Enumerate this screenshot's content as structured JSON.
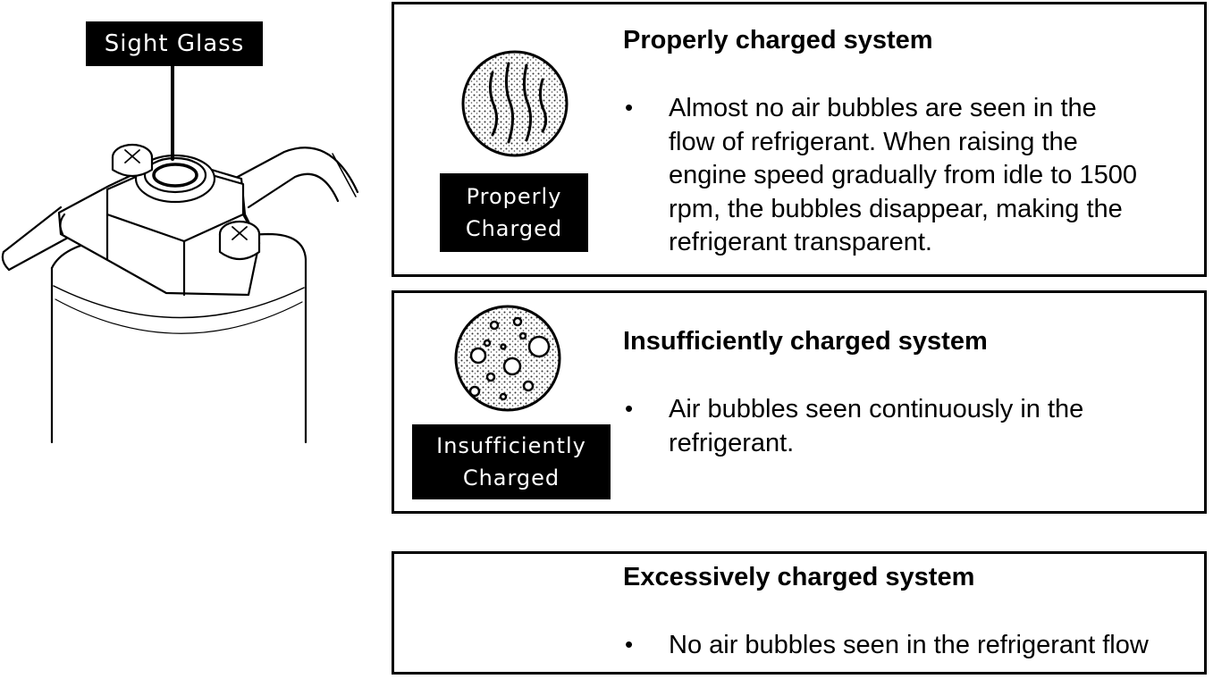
{
  "sight_glass_label": "Sight Glass",
  "panels": [
    {
      "title": "Properly charged system",
      "state_label": [
        "Properly",
        "Charged"
      ],
      "bullet": "•",
      "text_lines": [
        "Almost no air bubbles are seen in the",
        "flow of refrigerant.  When raising the",
        "engine speed gradually from idle to 1500",
        "rpm, the bubbles disappear, making the",
        "refrigerant transparent."
      ]
    },
    {
      "title": "Insufficiently charged system",
      "state_label": [
        "Insufficiently",
        "Charged"
      ],
      "bullet": "•",
      "text_lines": [
        "Air bubbles seen continuously in the",
        "refrigerant."
      ]
    },
    {
      "title": "Excessively charged system",
      "bullet": "•",
      "text_lines": [
        "No air bubbles seen in the refrigerant flow"
      ]
    }
  ]
}
